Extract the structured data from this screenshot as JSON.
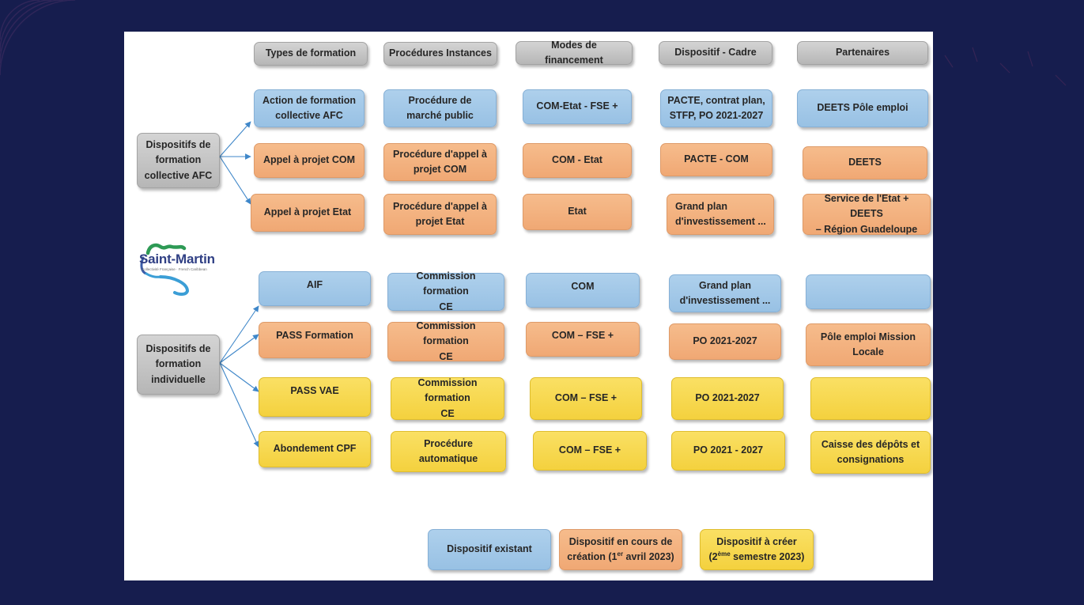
{
  "headers": [
    "Types de formation",
    "Procédures Instances",
    "Modes de financement",
    "Dispositif - Cadre",
    "Partenaires"
  ],
  "groups": {
    "collective": "Dispositifs de\nformation\ncollective AFC",
    "individuelle": "Dispositifs de\nformation\nindividuelle"
  },
  "rows": [
    [
      "Action de formation\ncollective AFC",
      "Procédure de\nmarché public",
      "COM-Etat - FSE +",
      "PACTE, contrat plan,\nSTFP, PO 2021-2027",
      "DEETS Pôle emploi"
    ],
    [
      "Appel à projet COM",
      "Procédure d'appel à\nprojet COM",
      "COM - Etat",
      "PACTE - COM",
      "DEETS"
    ],
    [
      "Appel à projet Etat",
      "Procédure d'appel à\nprojet Etat",
      "Etat",
      "Grand plan\nd'investissement ...",
      "Service de l'Etat + DEETS\n– Région Guadeloupe"
    ],
    [
      "AIF",
      "Commission formation\nCE",
      "COM",
      "Grand plan\nd'investissement ...",
      ""
    ],
    [
      "PASS Formation",
      "Commission formation\nCE",
      "COM – FSE +",
      "PO 2021-2027",
      "Pôle emploi Mission\nLocale"
    ],
    [
      "PASS VAE",
      "Commission formation\nCE",
      "COM – FSE +",
      "PO 2021-2027",
      ""
    ],
    [
      "Abondement CPF",
      "Procédure\nautomatique",
      "COM – FSE +",
      "PO 2021 - 2027",
      "Caisse des dépôts et\nconsignations"
    ]
  ],
  "legend": {
    "existant": "Dispositif existant",
    "en_cours_line1": "Dispositif en cours de",
    "en_cours_pre": "création (1",
    "en_cours_sup": "er",
    "en_cours_post": " avril 2023)",
    "a_creer_line1": "Dispositif à créer",
    "a_creer_pre": "(2",
    "a_creer_sup": "ème",
    "a_creer_post": " semestre 2023)"
  },
  "logo": {
    "name": "Saint-Martin",
    "subtitle": "Collectivité Française · French Caribbean"
  },
  "colors": {
    "existant": "#9fc6e7",
    "en_cours": "#f3b17d",
    "a_creer": "#f7d84c",
    "header": "#c4c4c4",
    "background": "#161d4e"
  }
}
